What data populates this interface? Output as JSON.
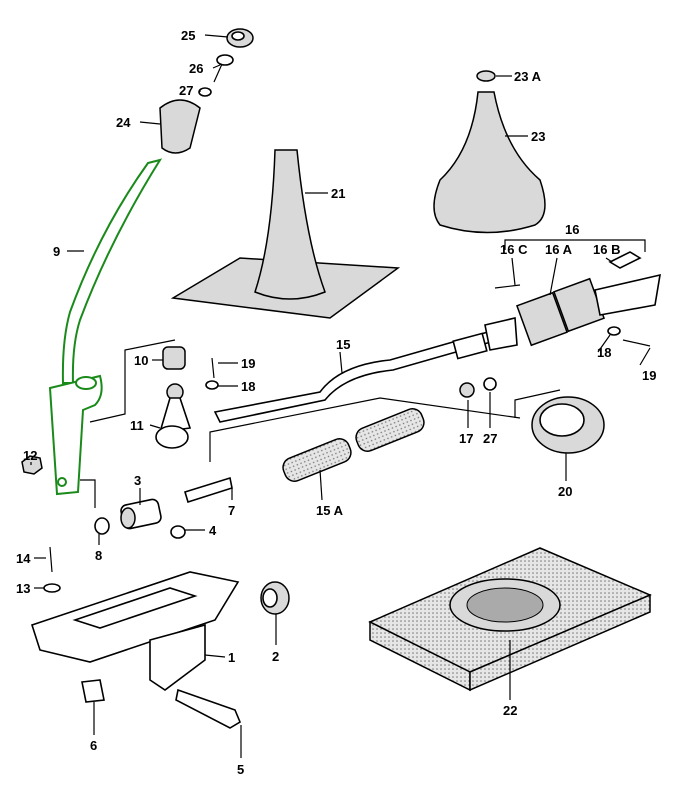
{
  "diagram": {
    "highlight_color": "#1a8a1a",
    "callouts": [
      "25",
      "26",
      "27",
      "24",
      "23 A",
      "23",
      "21",
      "16",
      "16 C",
      "16 A",
      "16 B",
      "9",
      "15",
      "10",
      "19",
      "18",
      "18",
      "19",
      "11",
      "12",
      "17",
      "27",
      "3",
      "7",
      "15 A",
      "20",
      "4",
      "8",
      "14",
      "13",
      "1",
      "2",
      "22",
      "6",
      "5"
    ]
  }
}
